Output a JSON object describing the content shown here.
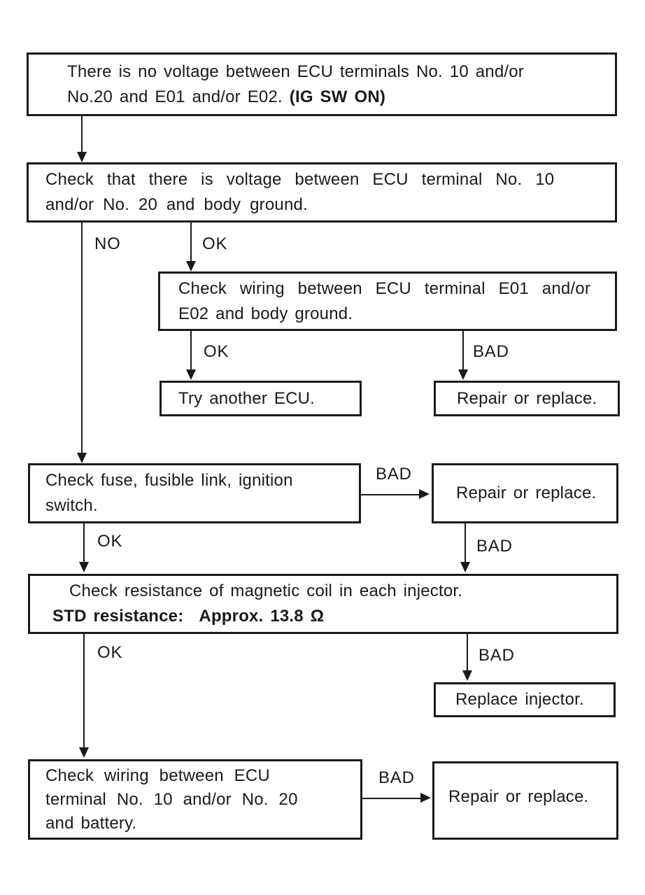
{
  "colors": {
    "ink": "#1a1a1a",
    "background": "#ffffff"
  },
  "diagram_type": "troubleshooting-flowchart",
  "nodes": {
    "no_voltage": {
      "line1": "There is no voltage between ECU terminals No. 10 and/or",
      "line2": "No.20 and E01 and/or E02.",
      "line2_bold": "(IG SW ON)"
    },
    "check_voltage_body_ground": {
      "line1": "Check that there is voltage between ECU terminal No. 10",
      "line2": "and/or No. 20 and body ground."
    },
    "check_wiring_e01_e02": {
      "line1": "Check wiring between ECU terminal E01 and/or",
      "line2": "E02 and body ground."
    },
    "try_another_ecu": {
      "label": "Try another ECU."
    },
    "repair_or_replace_1": {
      "label": "Repair or replace."
    },
    "check_fuse": {
      "line1": "Check fuse, fusible link, ignition",
      "line2": "switch."
    },
    "repair_or_replace_2": {
      "label": "Repair or replace."
    },
    "check_injector_resistance": {
      "line1": "Check resistance of magnetic coil in each injector.",
      "line2_label": "STD resistance:",
      "line2_value": "Approx. 13.8 Ω"
    },
    "replace_injector": {
      "label": "Replace injector."
    },
    "check_wiring_battery": {
      "line1": "Check wiring between ECU",
      "line2": "terminal No. 10 and/or No. 20",
      "line3": "and battery."
    },
    "repair_or_replace_3": {
      "label": "Repair or replace."
    }
  },
  "edges": {
    "no1": "NO",
    "ok1": "OK",
    "ok2": "OK",
    "bad1": "BAD",
    "badh1": "BAD",
    "ok3": "OK",
    "bad2": "BAD",
    "ok4": "OK",
    "bad3": "BAD",
    "badh2": "BAD"
  }
}
